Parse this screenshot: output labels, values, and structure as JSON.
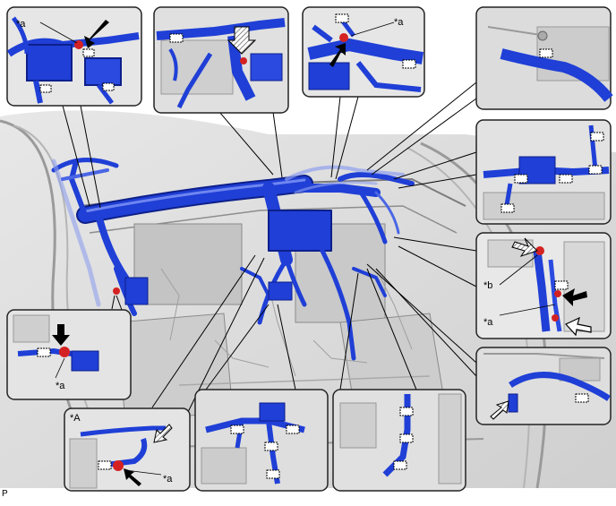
{
  "labels": {
    "inset_top_left": "*a",
    "inset_top_center_right": "*a",
    "inset_right_mid_b": "*b",
    "inset_right_mid_a": "*a",
    "inset_left_mid": "*a",
    "inset_bottom_left_A": "*A",
    "inset_bottom_left_a": "*a",
    "page_marker": "P"
  },
  "colors": {
    "harness_blue": "#1f3fd6",
    "harness_dark": "#0d1f8a",
    "harness_light": "#6f86f0",
    "clamp_red": "#d42222",
    "background_gray": "#d9d9d9",
    "line_gray": "#8a8a8a",
    "inset_border": "#222222"
  },
  "icons": {
    "arrow_solid": "solid-black-arrow-icon",
    "arrow_hollow": "hollow-hatched-arrow-icon",
    "clamp": "dashed-clamp-box-icon",
    "bolt": "red-bolt-icon"
  }
}
